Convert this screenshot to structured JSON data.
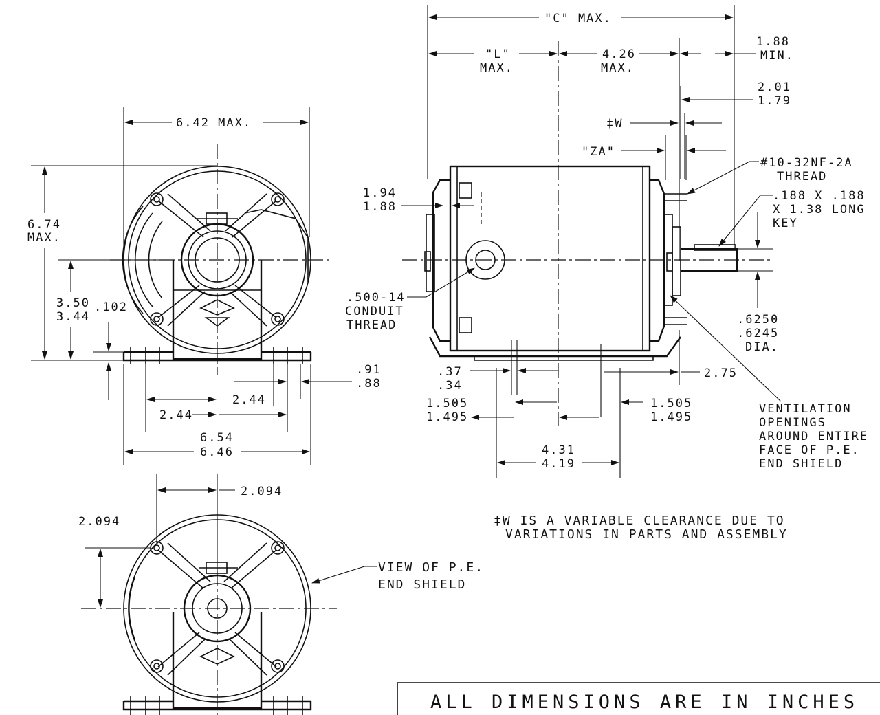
{
  "units_note": "ALL DIMENSIONS ARE IN INCHES",
  "footnote": {
    "line1": "‡W IS A VARIABLE CLEARANCE DUE TO",
    "line2": "VARIATIONS IN PARTS AND ASSEMBLY"
  },
  "front_view": {
    "width_max": "6.42 MAX.",
    "height_max_1": "6.74",
    "height_max_2": "MAX.",
    "shaft_height_1": "3.50",
    "shaft_height_2": "3.44",
    "foot_thickness": ".102",
    "slot_width_1": ".91",
    "slot_width_2": ".88",
    "half_spacing_right": "2.44",
    "half_spacing_left": "2.44",
    "base_width_1": "6.54",
    "base_width_2": "6.46"
  },
  "side_view": {
    "c_max": "\"C\" MAX.",
    "l_max_1": "\"L\"",
    "l_max_2": "MAX.",
    "d426_1": "4.26",
    "d426_2": "MAX.",
    "shaft_min_1": "1.88",
    "shaft_min_2": "MIN.",
    "key_len_1": "2.01",
    "key_len_2": "1.79",
    "w_label": "‡W",
    "za_label": "\"ZA\"",
    "thread_1": "#10-32NF-2A",
    "thread_2": "THREAD",
    "key_1": ".188 X .188",
    "key_2": "X 1.38 LONG",
    "key_3": "KEY",
    "conduit_pos_1": "1.94",
    "conduit_pos_2": "1.88",
    "conduit_1": ".500-14",
    "conduit_2": "CONDUIT",
    "conduit_3": "THREAD",
    "shaft_dia_1": ".6250",
    "shaft_dia_2": ".6245",
    "shaft_dia_3": "DIA.",
    "slot_1": ".37",
    "slot_2": ".34",
    "foot_left_1": "1.505",
    "foot_left_2": "1.495",
    "foot_right_1": "1.505",
    "foot_right_2": "1.495",
    "foot_pos": "2.75",
    "foot_span_1": "4.31",
    "foot_span_2": "4.19",
    "vent_1": "VENTILATION",
    "vent_2": "OPENINGS",
    "vent_3": "AROUND ENTIRE",
    "vent_4": "FACE OF P.E.",
    "vent_5": "END SHIELD"
  },
  "pe_view": {
    "horiz_offset": "2.094",
    "vert_offset": "2.094",
    "label_1": "VIEW OF P.E.",
    "label_2": "END SHIELD"
  }
}
